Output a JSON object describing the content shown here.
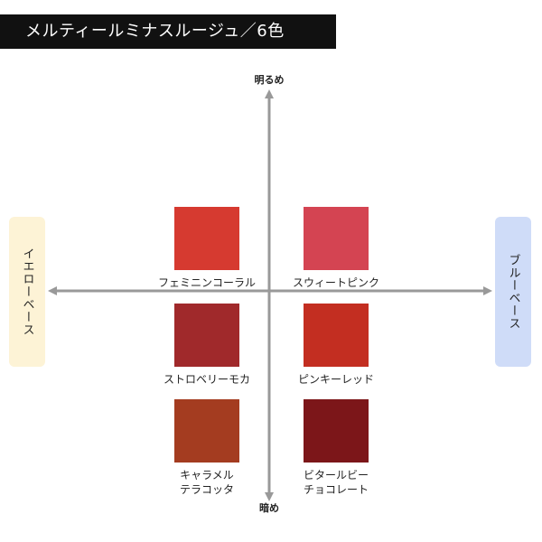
{
  "title": "メルティールミナスルージュ／6色",
  "axes": {
    "top": "明るめ",
    "bottom": "暗め",
    "left": "イエローベース",
    "right": "ブルーベース",
    "color": "#999999"
  },
  "panels": {
    "left_color": "#fdf3d6",
    "right_color": "#cfdcf8"
  },
  "swatches": [
    {
      "name_line1": "フェミニンコーラル",
      "name_line2": "",
      "color": "#d63a30"
    },
    {
      "name_line1": "スウィートピンク",
      "name_line2": "",
      "color": "#d44452"
    },
    {
      "name_line1": "ストロベリーモカ",
      "name_line2": "",
      "color": "#a0292b"
    },
    {
      "name_line1": "ピンキーレッド",
      "name_line2": "",
      "color": "#c32e21"
    },
    {
      "name_line1": "キャラメル",
      "name_line2": "テラコッタ",
      "color": "#a43c20"
    },
    {
      "name_line1": "ビタールビー",
      "name_line2": "チョコレート",
      "color": "#7c1619"
    }
  ]
}
